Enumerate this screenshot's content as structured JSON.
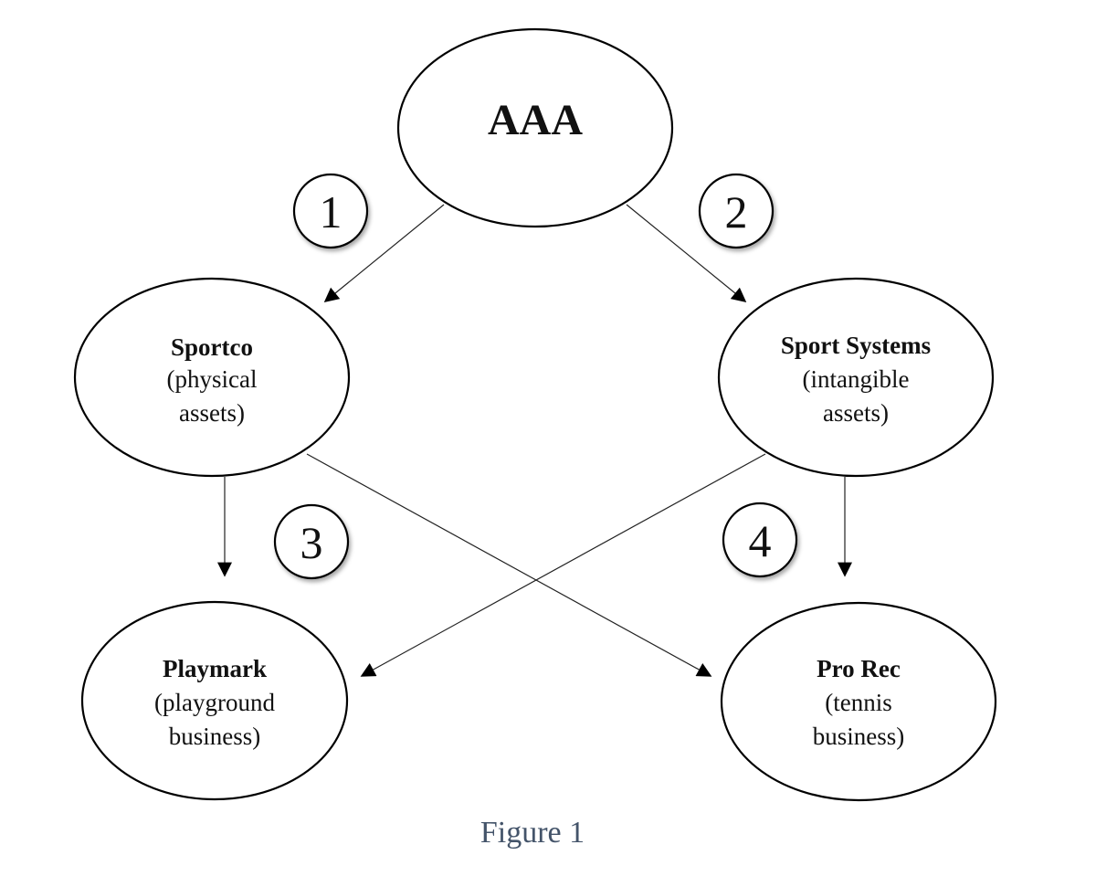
{
  "diagram": {
    "nodes": {
      "aaa": {
        "title": "AAA"
      },
      "sportco": {
        "title": "Sportco",
        "line1": "(physical",
        "line2": "assets)"
      },
      "sport_systems": {
        "title": "Sport Systems",
        "line1": "(intangible",
        "line2": "assets)"
      },
      "playmark": {
        "title": "Playmark",
        "line1": "(playground",
        "line2": "business)"
      },
      "pro_rec": {
        "title": "Pro Rec",
        "line1": "(tennis",
        "line2": "business)"
      }
    },
    "badges": {
      "b1": "1",
      "b2": "2",
      "b3": "3",
      "b4": "4"
    },
    "edges": [
      {
        "from": "AAA",
        "to": "Sportco",
        "label": "1"
      },
      {
        "from": "AAA",
        "to": "Sport Systems",
        "label": "2"
      },
      {
        "from": "Sportco",
        "to": "Playmark",
        "label": "3"
      },
      {
        "from": "Sportco",
        "to": "Pro Rec",
        "label": "3"
      },
      {
        "from": "Sport Systems",
        "to": "Pro Rec",
        "label": "4"
      },
      {
        "from": "Sport Systems",
        "to": "Playmark",
        "label": "4"
      }
    ]
  },
  "caption": "Figure 1"
}
